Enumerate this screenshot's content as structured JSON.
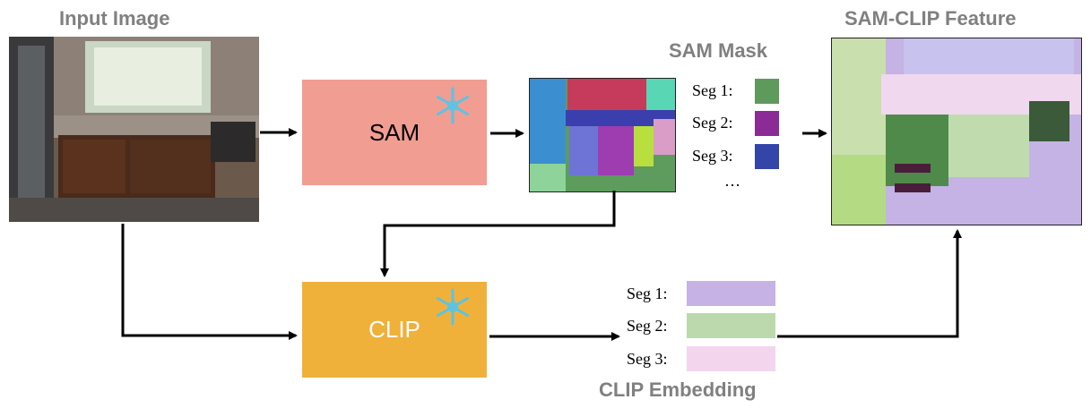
{
  "titles": {
    "input": "Input Image",
    "sam_mask": "SAM Mask",
    "feature": "SAM-CLIP Feature",
    "embedding": "CLIP Embedding"
  },
  "modules": {
    "sam": {
      "label": "SAM",
      "color": "#f19d91"
    },
    "clip": {
      "label": "CLIP",
      "color": "#f0b13a"
    }
  },
  "sam_segments": [
    {
      "label": "Seg 1:",
      "color": "#5f9a5d"
    },
    {
      "label": "Seg 2:",
      "color": "#8b2c96"
    },
    {
      "label": "Seg 3:",
      "color": "#3345a8"
    }
  ],
  "sam_ellipsis": "…",
  "clip_segments": [
    {
      "label": "Seg 1:",
      "color": "#c6b2e5"
    },
    {
      "label": "Seg 2:",
      "color": "#bcd9ad"
    },
    {
      "label": "Seg 3:",
      "color": "#f3d6ed"
    }
  ],
  "snowflake_color": "#5bc3e6"
}
